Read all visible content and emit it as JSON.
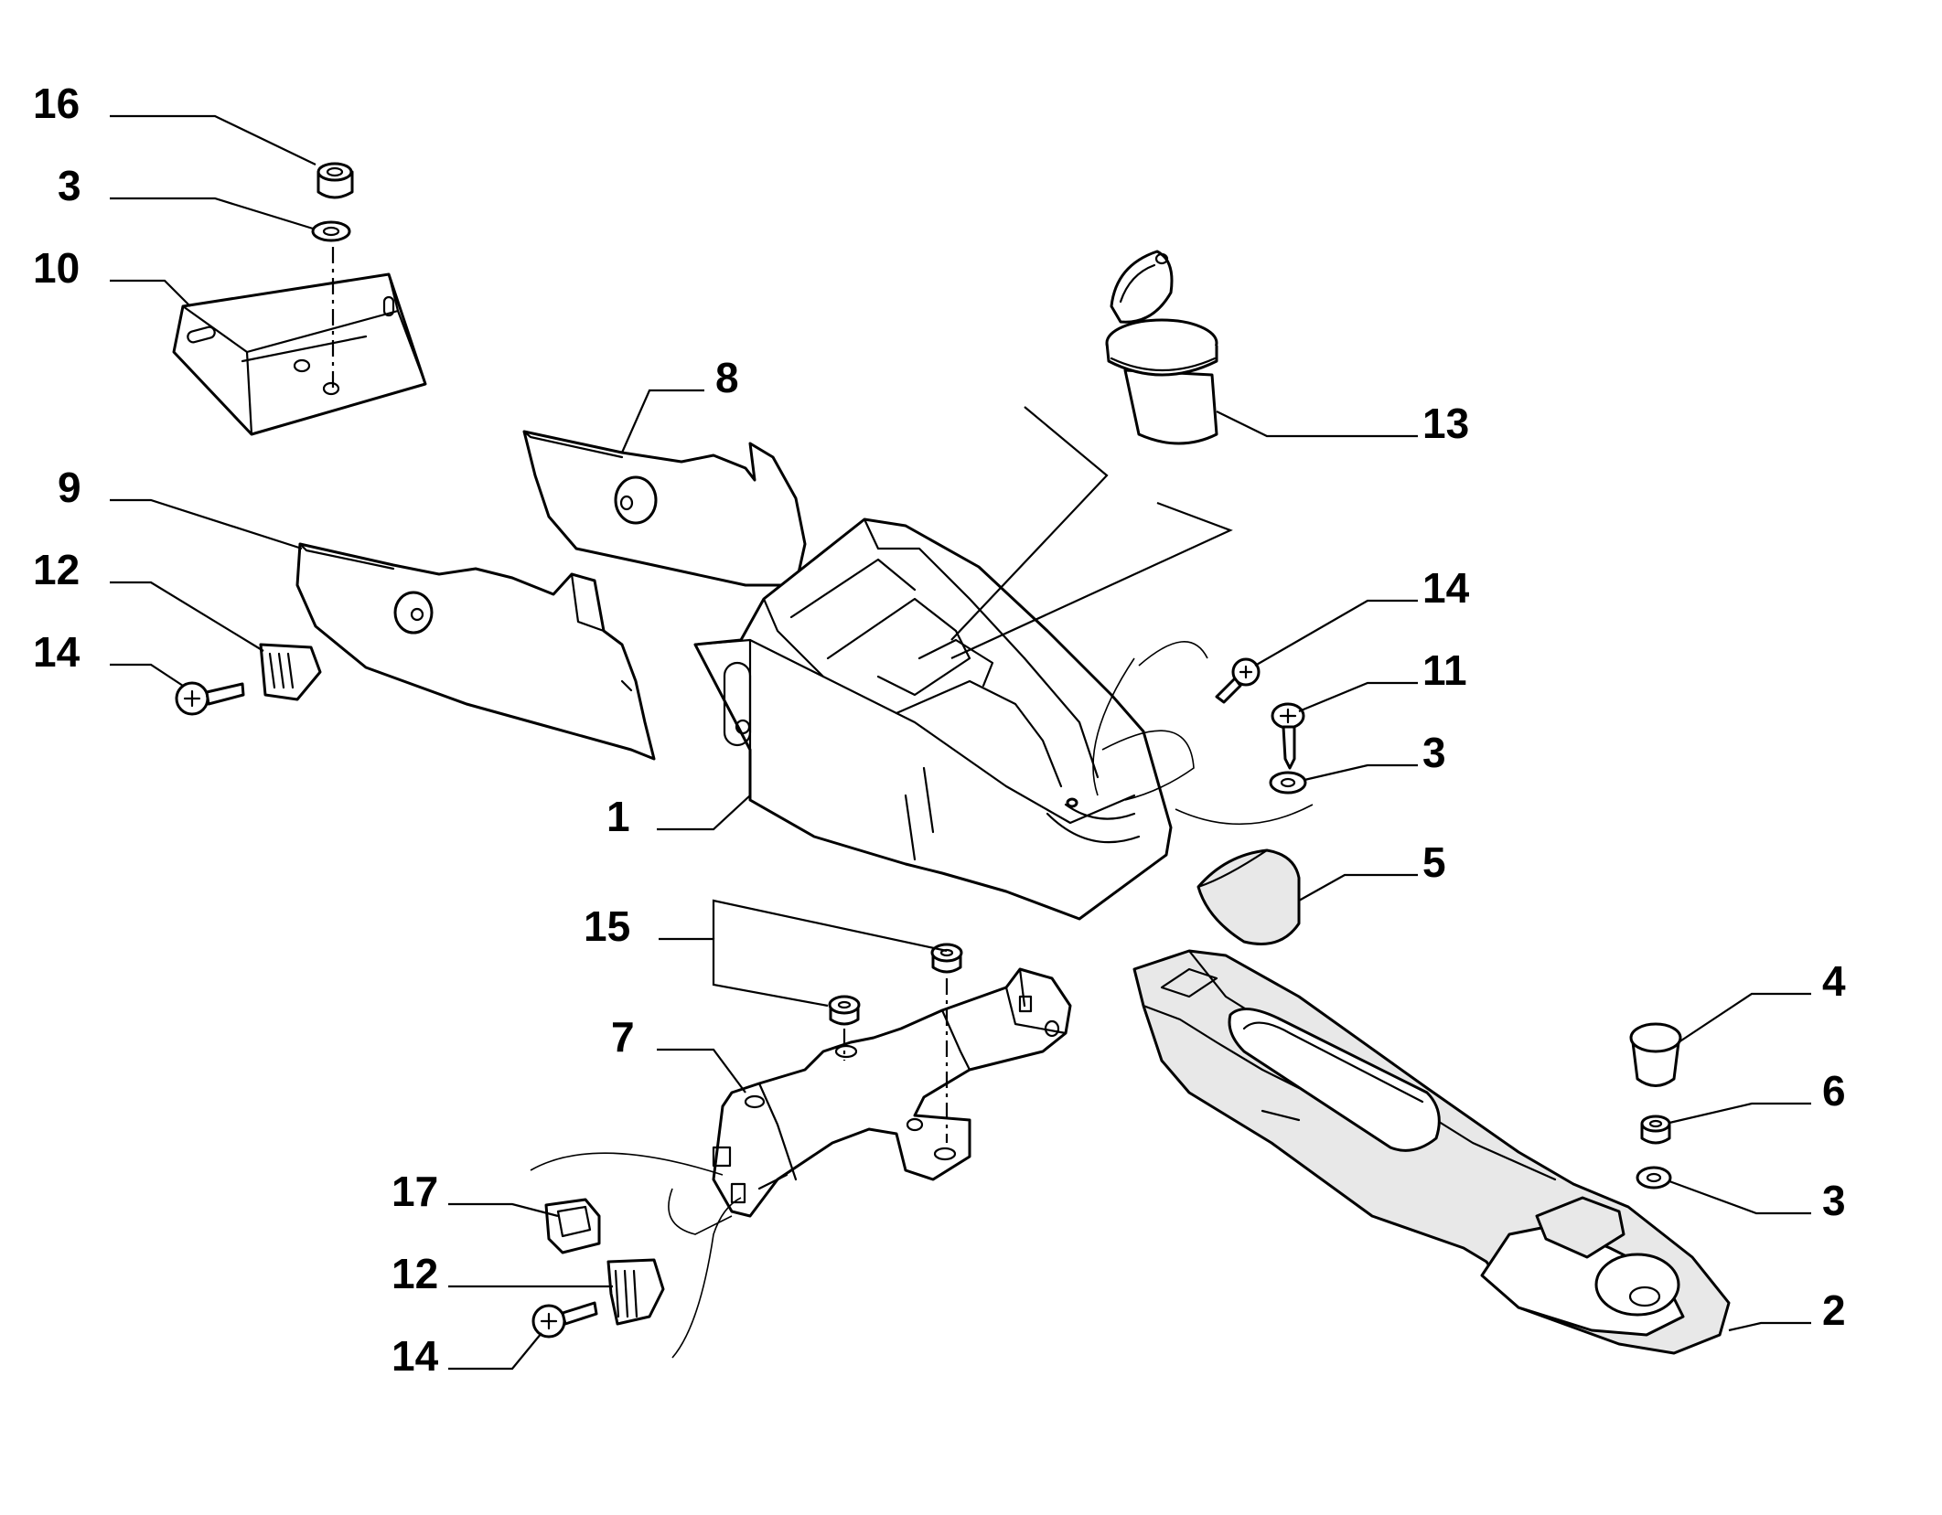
{
  "diagram": {
    "callouts": [
      {
        "id": "c16",
        "label": "16"
      },
      {
        "id": "c3a",
        "label": "3"
      },
      {
        "id": "c10",
        "label": "10"
      },
      {
        "id": "c8",
        "label": "8"
      },
      {
        "id": "c9",
        "label": "9"
      },
      {
        "id": "c12a",
        "label": "12"
      },
      {
        "id": "c14a",
        "label": "14"
      },
      {
        "id": "c1",
        "label": "1"
      },
      {
        "id": "c13",
        "label": "13"
      },
      {
        "id": "c14b",
        "label": "14"
      },
      {
        "id": "c11",
        "label": "11"
      },
      {
        "id": "c3b",
        "label": "3"
      },
      {
        "id": "c5",
        "label": "5"
      },
      {
        "id": "c15",
        "label": "15"
      },
      {
        "id": "c7",
        "label": "7"
      },
      {
        "id": "c4",
        "label": "4"
      },
      {
        "id": "c6",
        "label": "6"
      },
      {
        "id": "c3c",
        "label": "3"
      },
      {
        "id": "c2",
        "label": "2"
      },
      {
        "id": "c17",
        "label": "17"
      },
      {
        "id": "c12b",
        "label": "12"
      },
      {
        "id": "c14c",
        "label": "14"
      }
    ]
  }
}
